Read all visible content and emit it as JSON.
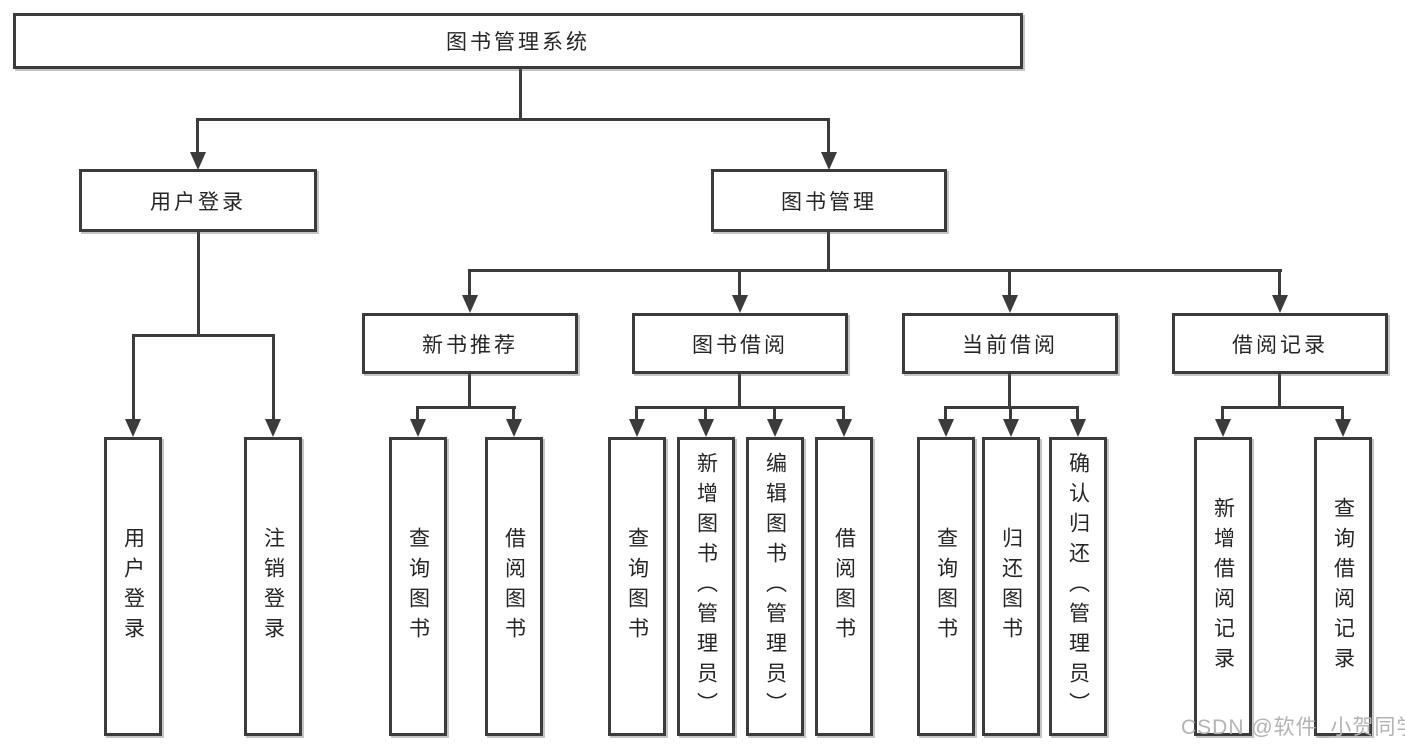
{
  "colors": {
    "line": "#3B3B3B",
    "text": "#262626",
    "box_background": "#FFFFFF",
    "page_background": "#FFFFFF",
    "watermark": "#B3B3B3"
  },
  "watermark": {
    "text": "CSDN @软件_小贺同学"
  },
  "tree": {
    "label": "图书管理系统",
    "children": [
      {
        "label": "用户登录",
        "children": [
          {
            "label": "用户登录"
          },
          {
            "label": "注销登录"
          }
        ]
      },
      {
        "label": "图书管理",
        "children": [
          {
            "label": "新书推荐",
            "children": [
              {
                "label": "查询图书"
              },
              {
                "label": "借阅图书"
              }
            ]
          },
          {
            "label": "图书借阅",
            "children": [
              {
                "label": "查询图书"
              },
              {
                "label": "新增图书（管理员）"
              },
              {
                "label": "编辑图书（管理员）"
              },
              {
                "label": "借阅图书"
              }
            ]
          },
          {
            "label": "当前借阅",
            "children": [
              {
                "label": "查询图书"
              },
              {
                "label": "归还图书"
              },
              {
                "label": "确认归还（管理员）"
              }
            ]
          },
          {
            "label": "借阅记录",
            "children": [
              {
                "label": "新增借阅记录"
              },
              {
                "label": "查询借阅记录"
              }
            ]
          }
        ]
      }
    ]
  }
}
